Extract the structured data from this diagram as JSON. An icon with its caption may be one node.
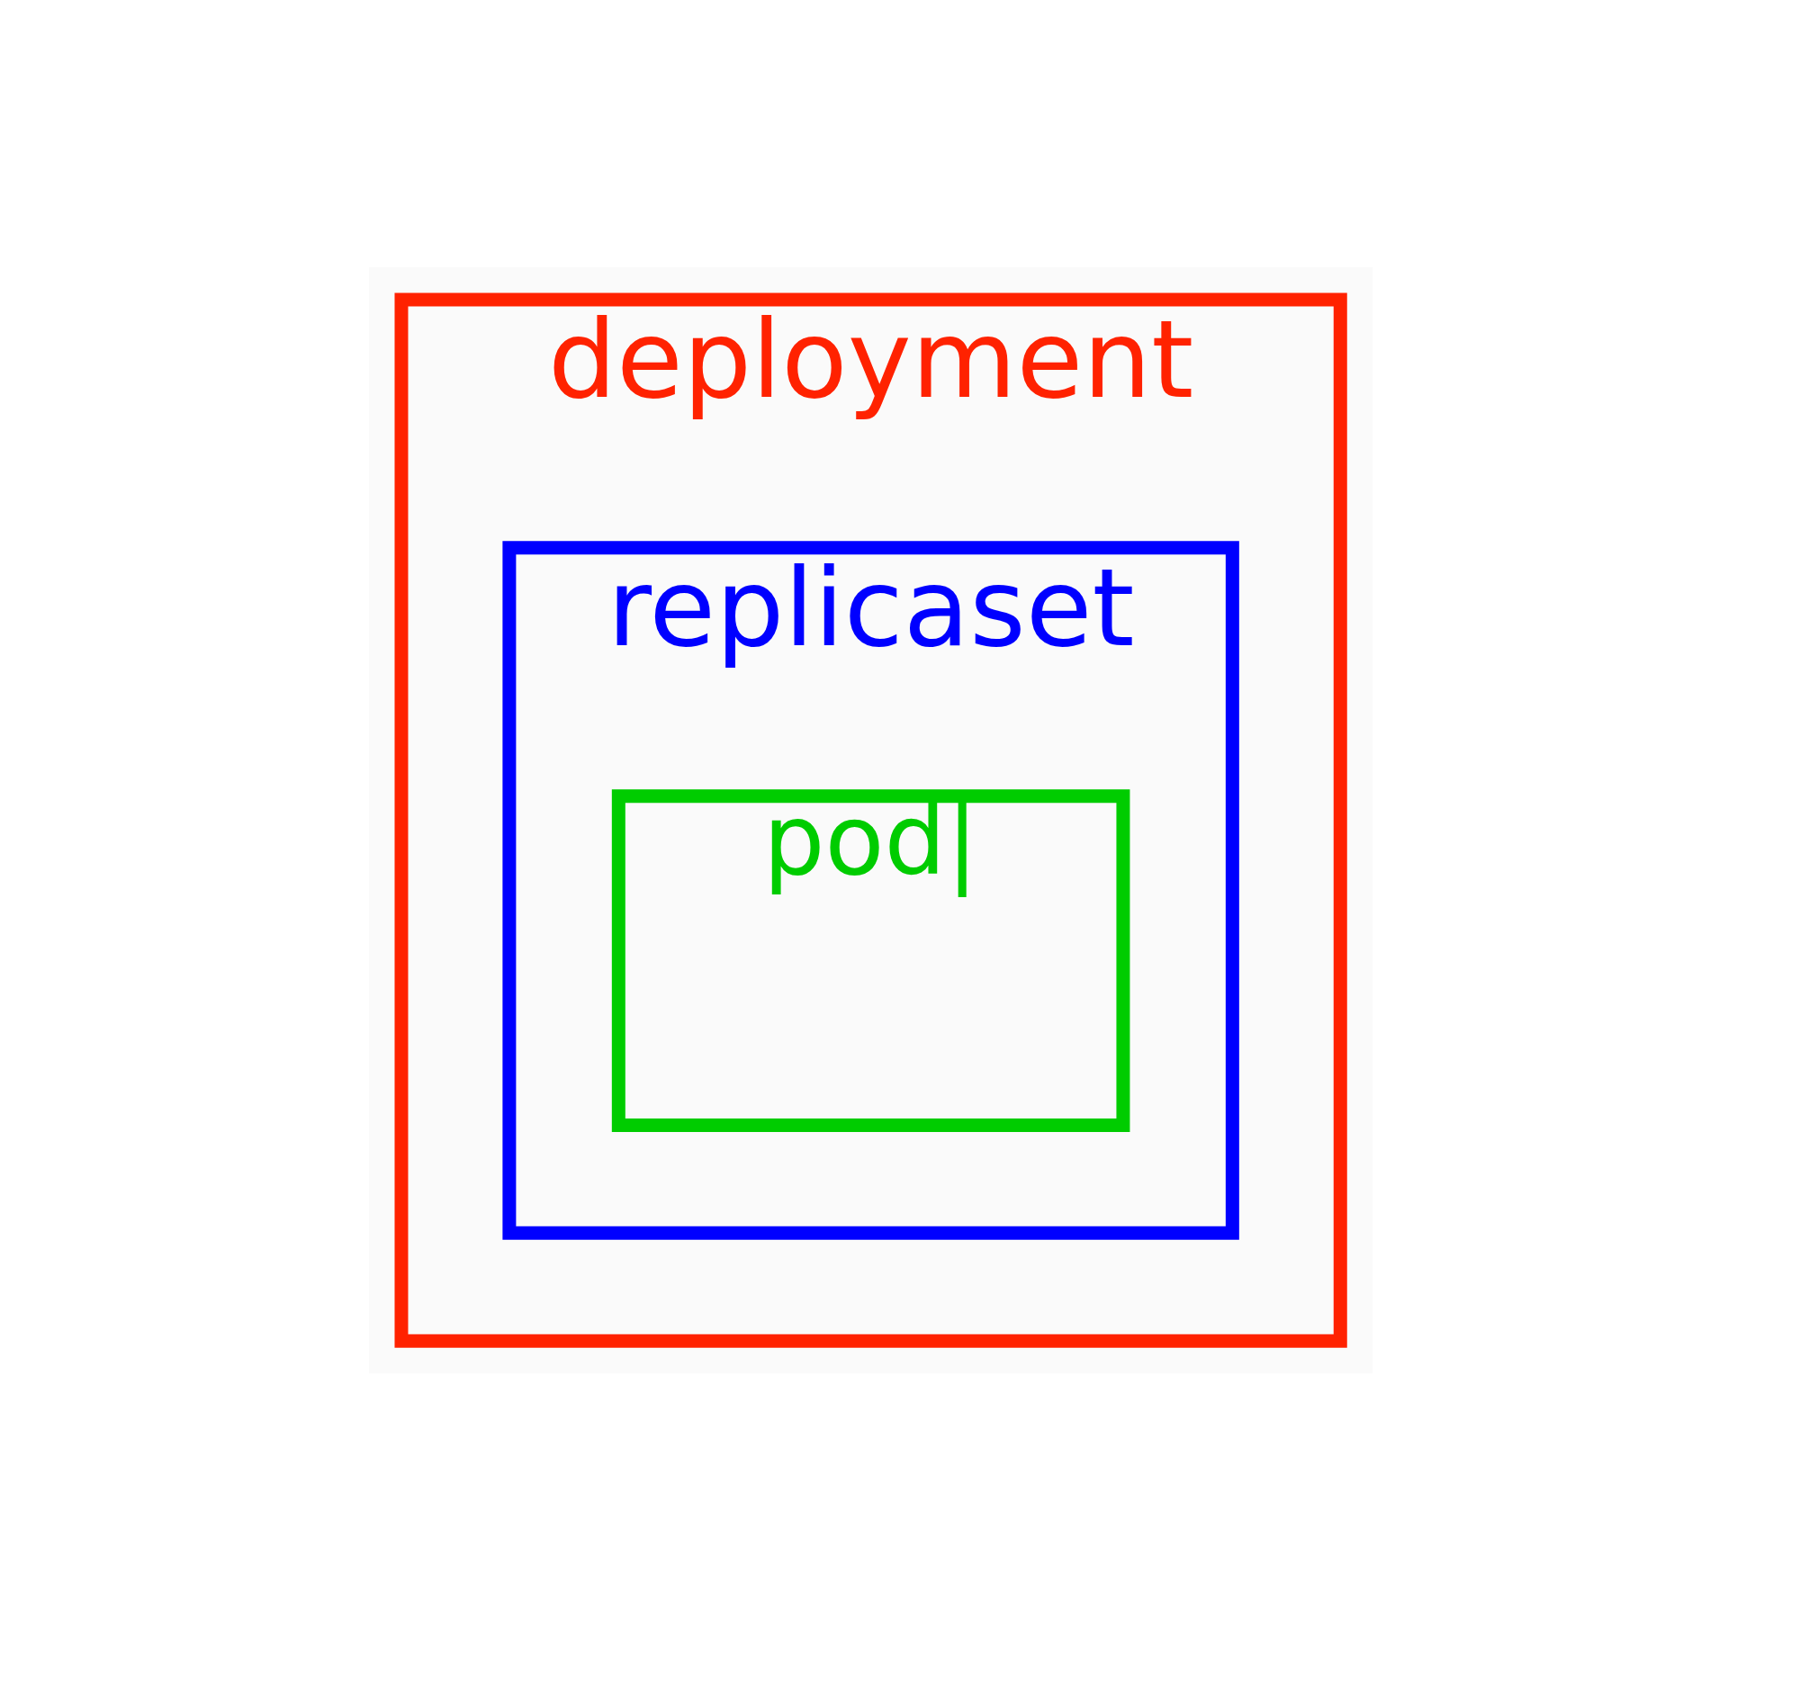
{
  "diagram": {
    "nodes": [
      {
        "text": [
          "deployment"
        ]
      },
      {
        "text": [
          "replicaset"
        ],
        "in": 0
      },
      {
        "text": [
          "pod|"
        ],
        "in": 1
      }
    ]
  }
}
